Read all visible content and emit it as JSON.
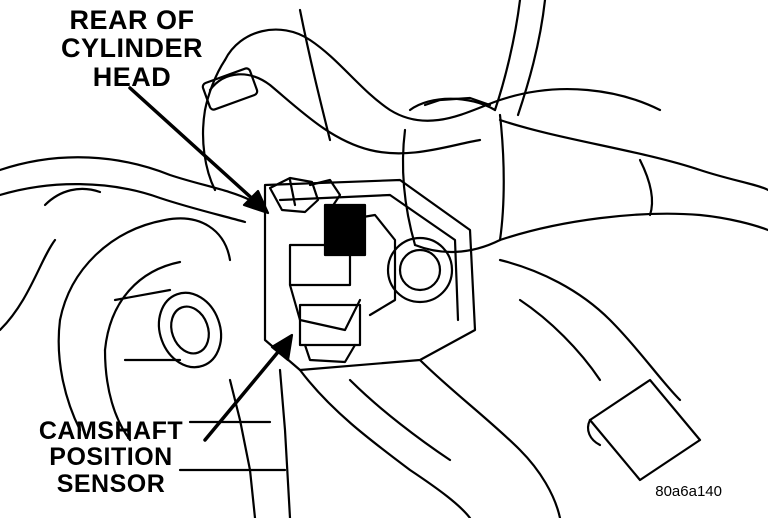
{
  "labels": {
    "rear_of_cylinder_head": [
      "REAR OF",
      "CYLINDER",
      "HEAD"
    ],
    "camshaft_position_sensor": [
      "CAMSHAFT",
      "POSITION",
      "SENSOR"
    ]
  },
  "figure_id": "80a6a140",
  "colors": {
    "ink": "#000000",
    "paper": "#ffffff"
  }
}
